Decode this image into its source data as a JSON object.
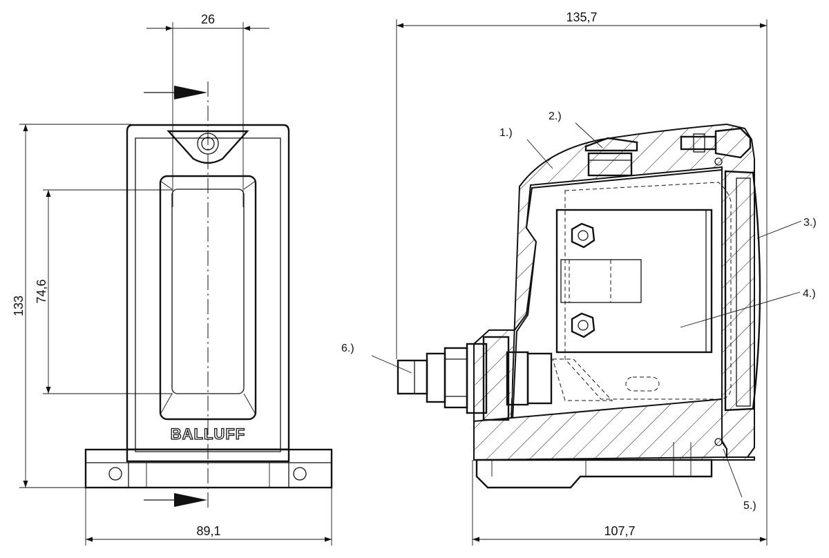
{
  "dimensions": {
    "width_top": "26",
    "height_overall": "133",
    "height_window": "74,6",
    "width_base": "89,1",
    "depth_overall": "135,7",
    "depth_body": "107,7"
  },
  "logo": {
    "text": "BALLUFF"
  },
  "callouts": [
    "1.)",
    "2.)",
    "3.)",
    "4.)",
    "5.)",
    "6.)"
  ]
}
